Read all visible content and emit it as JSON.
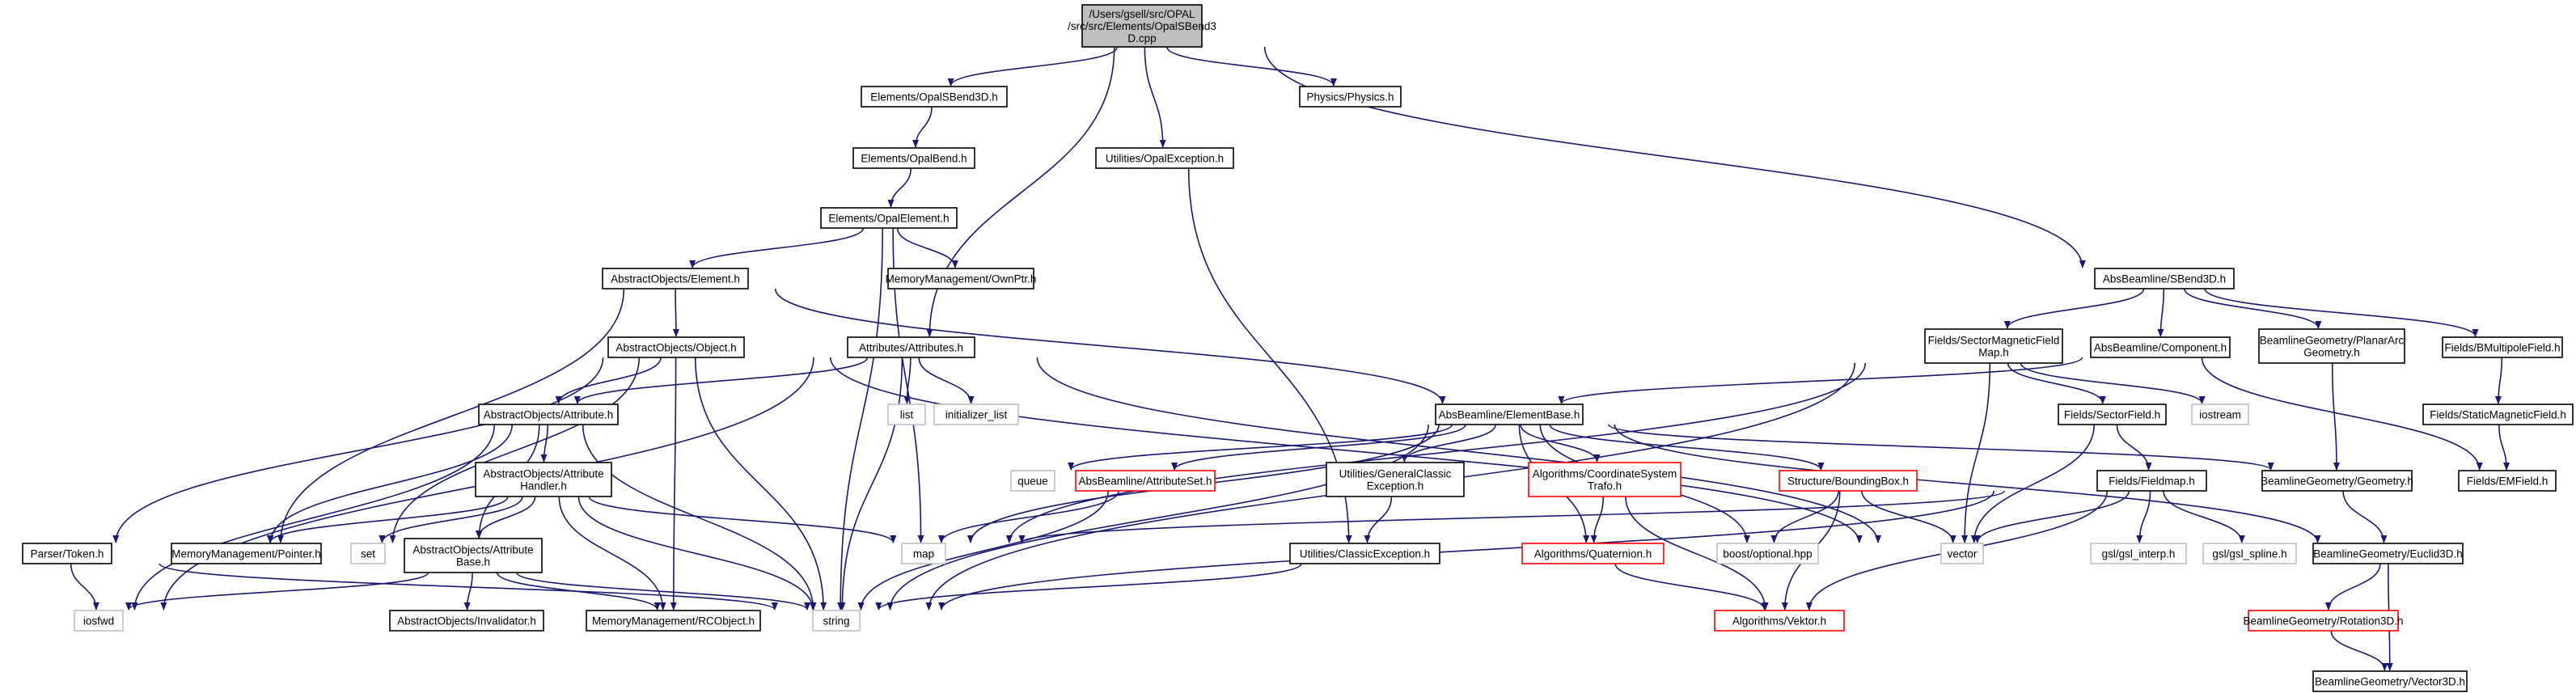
{
  "colors": {
    "edge": "#191970",
    "normal_border": "#000000",
    "red_border": "#ff0000",
    "grey_border": "#bfbfbf",
    "root_fill": "#bfbfbf",
    "node_fill": "#ffffff",
    "text": "#000000"
  },
  "nodes": [
    {
      "id": "root",
      "lines": [
        "/Users/gsell/src/OPAL",
        "/src/src/Elements/OpalSBend3",
        "D.cpp"
      ],
      "style": "root"
    },
    {
      "id": "opalsbend3d_h",
      "lines": [
        "Elements/OpalSBend3D.h"
      ],
      "style": "normal"
    },
    {
      "id": "physics_h",
      "lines": [
        "Physics/Physics.h"
      ],
      "style": "normal"
    },
    {
      "id": "opalbend_h",
      "lines": [
        "Elements/OpalBend.h"
      ],
      "style": "normal"
    },
    {
      "id": "opalexception_h",
      "lines": [
        "Utilities/OpalException.h"
      ],
      "style": "normal"
    },
    {
      "id": "opalelement_h",
      "lines": [
        "Elements/OpalElement.h"
      ],
      "style": "normal"
    },
    {
      "id": "element_h",
      "lines": [
        "AbstractObjects/Element.h"
      ],
      "style": "normal"
    },
    {
      "id": "ownptr_h",
      "lines": [
        "MemoryManagement/OwnPtr.h"
      ],
      "style": "normal"
    },
    {
      "id": "sbend3d_h",
      "lines": [
        "AbsBeamline/SBend3D.h"
      ],
      "style": "normal"
    },
    {
      "id": "object_h",
      "lines": [
        "AbstractObjects/Object.h"
      ],
      "style": "normal"
    },
    {
      "id": "attributes_h",
      "lines": [
        "Attributes/Attributes.h"
      ],
      "style": "normal"
    },
    {
      "id": "sectormagfieldmap_h",
      "lines": [
        "Fields/SectorMagneticField",
        "Map.h"
      ],
      "style": "normal"
    },
    {
      "id": "component_h",
      "lines": [
        "AbsBeamline/Component.h"
      ],
      "style": "normal"
    },
    {
      "id": "planararcgeom_h",
      "lines": [
        "BeamlineGeometry/PlanarArc",
        "Geometry.h"
      ],
      "style": "normal"
    },
    {
      "id": "bmultipole_h",
      "lines": [
        "Fields/BMultipoleField.h"
      ],
      "style": "normal"
    },
    {
      "id": "list",
      "lines": [
        "list"
      ],
      "style": "grey"
    },
    {
      "id": "initializer_list",
      "lines": [
        "initializer_list"
      ],
      "style": "grey"
    },
    {
      "id": "iostream",
      "lines": [
        "iostream"
      ],
      "style": "grey"
    },
    {
      "id": "staticmagfield_h",
      "lines": [
        "Fields/StaticMagneticField.h"
      ],
      "style": "normal"
    },
    {
      "id": "attribute_h",
      "lines": [
        "AbstractObjects/Attribute.h"
      ],
      "style": "normal"
    },
    {
      "id": "elementbase_h",
      "lines": [
        "AbsBeamline/ElementBase.h"
      ],
      "style": "normal"
    },
    {
      "id": "sectorfield_h",
      "lines": [
        "Fields/SectorField.h"
      ],
      "style": "normal"
    },
    {
      "id": "queue",
      "lines": [
        "queue"
      ],
      "style": "grey"
    },
    {
      "id": "attributeset_h",
      "lines": [
        "AbsBeamline/AttributeSet.h"
      ],
      "style": "red"
    },
    {
      "id": "genclassicexc_h",
      "lines": [
        "Utilities/GeneralClassic",
        "Exception.h"
      ],
      "style": "normal"
    },
    {
      "id": "coordsystrafo_h",
      "lines": [
        "Algorithms/CoordinateSystem",
        "Trafo.h"
      ],
      "style": "red"
    },
    {
      "id": "boundingbox_h",
      "lines": [
        "Structure/BoundingBox.h"
      ],
      "style": "red"
    },
    {
      "id": "fieldmap_h",
      "lines": [
        "Fields/Fieldmap.h"
      ],
      "style": "normal"
    },
    {
      "id": "geometry_h",
      "lines": [
        "BeamlineGeometry/Geometry.h"
      ],
      "style": "normal"
    },
    {
      "id": "emfield_h",
      "lines": [
        "Fields/EMField.h"
      ],
      "style": "normal"
    },
    {
      "id": "attrhandler_h",
      "lines": [
        "AbstractObjects/Attribute",
        "Handler.h"
      ],
      "style": "normal"
    },
    {
      "id": "token_h",
      "lines": [
        "Parser/Token.h"
      ],
      "style": "normal"
    },
    {
      "id": "pointer_h",
      "lines": [
        "MemoryManagement/Pointer.h"
      ],
      "style": "normal"
    },
    {
      "id": "set",
      "lines": [
        "set"
      ],
      "style": "grey"
    },
    {
      "id": "attrbase_h",
      "lines": [
        "AbstractObjects/Attribute",
        "Base.h"
      ],
      "style": "normal"
    },
    {
      "id": "map",
      "lines": [
        "map"
      ],
      "style": "grey"
    },
    {
      "id": "classicexc_h",
      "lines": [
        "Utilities/ClassicException.h"
      ],
      "style": "normal"
    },
    {
      "id": "quaternion_h",
      "lines": [
        "Algorithms/Quaternion.h"
      ],
      "style": "red"
    },
    {
      "id": "boostoptional",
      "lines": [
        "boost/optional.hpp"
      ],
      "style": "grey"
    },
    {
      "id": "vector",
      "lines": [
        "vector"
      ],
      "style": "grey"
    },
    {
      "id": "gslinterp",
      "lines": [
        "gsl/gsl_interp.h"
      ],
      "style": "grey"
    },
    {
      "id": "gslspline",
      "lines": [
        "gsl/gsl_spline.h"
      ],
      "style": "grey"
    },
    {
      "id": "euclid3d_h",
      "lines": [
        "BeamlineGeometry/Euclid3D.h"
      ],
      "style": "normal"
    },
    {
      "id": "iosfwd",
      "lines": [
        "iosfwd"
      ],
      "style": "grey"
    },
    {
      "id": "invalidator_h",
      "lines": [
        "AbstractObjects/Invalidator.h"
      ],
      "style": "normal"
    },
    {
      "id": "rcobject_h",
      "lines": [
        "MemoryManagement/RCObject.h"
      ],
      "style": "normal"
    },
    {
      "id": "string",
      "lines": [
        "string"
      ],
      "style": "grey"
    },
    {
      "id": "vektor_h",
      "lines": [
        "Algorithms/Vektor.h"
      ],
      "style": "red"
    },
    {
      "id": "rotation3d_h",
      "lines": [
        "BeamlineGeometry/Rotation3D.h"
      ],
      "style": "red"
    },
    {
      "id": "vector3d_h",
      "lines": [
        "BeamlineGeometry/Vector3D.h"
      ],
      "style": "normal"
    }
  ],
  "edges": [
    [
      "root",
      "opalsbend3d_h"
    ],
    [
      "root",
      "attributes_h"
    ],
    [
      "root",
      "opalexception_h"
    ],
    [
      "root",
      "physics_h"
    ],
    [
      "root",
      "sbend3d_h"
    ],
    [
      "opalsbend3d_h",
      "opalbend_h"
    ],
    [
      "opalbend_h",
      "opalelement_h"
    ],
    [
      "opalelement_h",
      "element_h"
    ],
    [
      "opalelement_h",
      "ownptr_h"
    ],
    [
      "opalelement_h",
      "string"
    ],
    [
      "opalelement_h",
      "map"
    ],
    [
      "element_h",
      "object_h"
    ],
    [
      "element_h",
      "elementbase_h"
    ],
    [
      "element_h",
      "pointer_h"
    ],
    [
      "object_h",
      "attribute_h"
    ],
    [
      "object_h",
      "token_h"
    ],
    [
      "object_h",
      "set"
    ],
    [
      "object_h",
      "rcobject_h"
    ],
    [
      "object_h",
      "string"
    ],
    [
      "object_h",
      "vector"
    ],
    [
      "attributes_h",
      "attribute_h"
    ],
    [
      "attributes_h",
      "list"
    ],
    [
      "attributes_h",
      "initializer_list"
    ],
    [
      "attributes_h",
      "string"
    ],
    [
      "attributes_h",
      "vector"
    ],
    [
      "attributes_h",
      "iosfwd"
    ],
    [
      "opalexception_h",
      "classicexc_h"
    ],
    [
      "sbend3d_h",
      "sectormagfieldmap_h"
    ],
    [
      "sbend3d_h",
      "component_h"
    ],
    [
      "sbend3d_h",
      "planararcgeom_h"
    ],
    [
      "sbend3d_h",
      "bmultipole_h"
    ],
    [
      "sectormagfieldmap_h",
      "sectorfield_h"
    ],
    [
      "sectormagfieldmap_h",
      "iostream"
    ],
    [
      "sectormagfieldmap_h",
      "vector"
    ],
    [
      "sectormagfieldmap_h",
      "map"
    ],
    [
      "sectormagfieldmap_h",
      "string"
    ],
    [
      "component_h",
      "elementbase_h"
    ],
    [
      "component_h",
      "emfield_h"
    ],
    [
      "planararcgeom_h",
      "geometry_h"
    ],
    [
      "bmultipole_h",
      "staticmagfield_h"
    ],
    [
      "staticmagfield_h",
      "emfield_h"
    ],
    [
      "attribute_h",
      "attrhandler_h"
    ],
    [
      "attribute_h",
      "attrbase_h"
    ],
    [
      "attribute_h",
      "pointer_h"
    ],
    [
      "attribute_h",
      "iosfwd"
    ],
    [
      "attribute_h",
      "string"
    ],
    [
      "elementbase_h",
      "queue"
    ],
    [
      "elementbase_h",
      "attributeset_h"
    ],
    [
      "elementbase_h",
      "genclassicexc_h"
    ],
    [
      "elementbase_h",
      "coordsystrafo_h"
    ],
    [
      "elementbase_h",
      "boundingbox_h"
    ],
    [
      "elementbase_h",
      "geometry_h"
    ],
    [
      "elementbase_h",
      "euclid3d_h"
    ],
    [
      "elementbase_h",
      "quaternion_h"
    ],
    [
      "elementbase_h",
      "boostoptional"
    ],
    [
      "elementbase_h",
      "map"
    ],
    [
      "elementbase_h",
      "string"
    ],
    [
      "sectorfield_h",
      "fieldmap_h"
    ],
    [
      "sectorfield_h",
      "vector"
    ],
    [
      "attributeset_h",
      "map"
    ],
    [
      "attributeset_h",
      "string"
    ],
    [
      "genclassicexc_h",
      "classicexc_h"
    ],
    [
      "classicexc_h",
      "string"
    ],
    [
      "coordsystrafo_h",
      "quaternion_h"
    ],
    [
      "coordsystrafo_h",
      "vektor_h"
    ],
    [
      "boundingbox_h",
      "boostoptional"
    ],
    [
      "boundingbox_h",
      "vector"
    ],
    [
      "boundingbox_h",
      "vektor_h"
    ],
    [
      "fieldmap_h",
      "map"
    ],
    [
      "fieldmap_h",
      "vector"
    ],
    [
      "fieldmap_h",
      "gslinterp"
    ],
    [
      "fieldmap_h",
      "gslspline"
    ],
    [
      "fieldmap_h",
      "vektor_h"
    ],
    [
      "fieldmap_h",
      "string"
    ],
    [
      "geometry_h",
      "euclid3d_h"
    ],
    [
      "attrhandler_h",
      "pointer_h"
    ],
    [
      "attrhandler_h",
      "attrbase_h"
    ],
    [
      "attrhandler_h",
      "map"
    ],
    [
      "attrhandler_h",
      "set"
    ],
    [
      "attrhandler_h",
      "string"
    ],
    [
      "attrhandler_h",
      "rcobject_h"
    ],
    [
      "token_h",
      "iosfwd"
    ],
    [
      "token_h",
      "string"
    ],
    [
      "attrbase_h",
      "invalidator_h"
    ],
    [
      "attrbase_h",
      "rcobject_h"
    ],
    [
      "attrbase_h",
      "string"
    ],
    [
      "attrbase_h",
      "iosfwd"
    ],
    [
      "quaternion_h",
      "vektor_h"
    ],
    [
      "euclid3d_h",
      "rotation3d_h"
    ],
    [
      "euclid3d_h",
      "vector3d_h"
    ],
    [
      "rotation3d_h",
      "vector3d_h"
    ]
  ]
}
